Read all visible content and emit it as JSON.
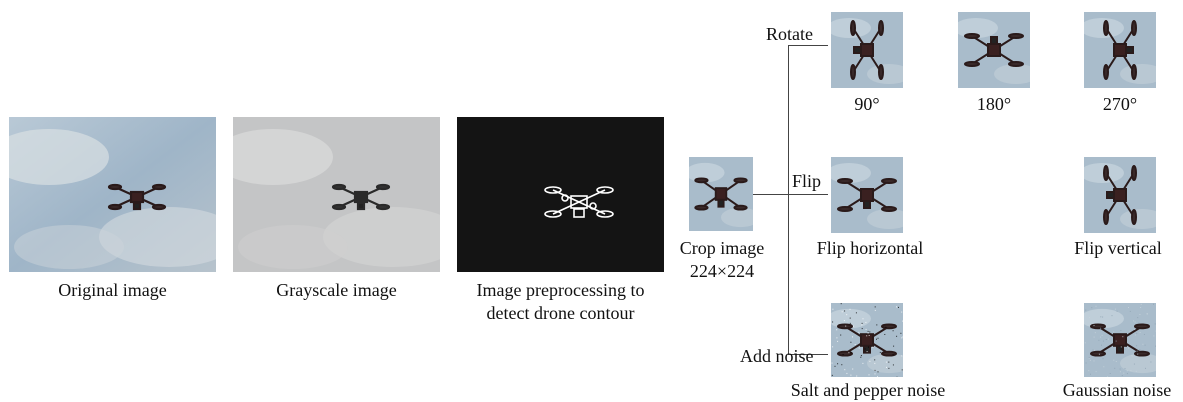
{
  "pipeline": {
    "original_caption": "Original image",
    "grayscale_caption": "Grayscale image",
    "preprocess_caption_line1": "Image preprocessing to",
    "preprocess_caption_line2": "detect drone contour",
    "crop_caption_line1": "Crop image",
    "crop_caption_line2": "224×224"
  },
  "augmentation": {
    "rotate_label": "Rotate",
    "flip_label": "Flip",
    "noise_label": "Add noise",
    "rotate_angles": [
      "90°",
      "180°",
      "270°"
    ],
    "flip_horizontal": "Flip horizontal",
    "flip_vertical": "Flip vertical",
    "salt_pepper": "Salt and pepper noise",
    "gaussian": "Gaussian noise"
  },
  "colors": {
    "sky": "#a9bccb",
    "gray_sky": "#c7c8c8",
    "contour_bg": "#141414",
    "connector": "#444444"
  }
}
